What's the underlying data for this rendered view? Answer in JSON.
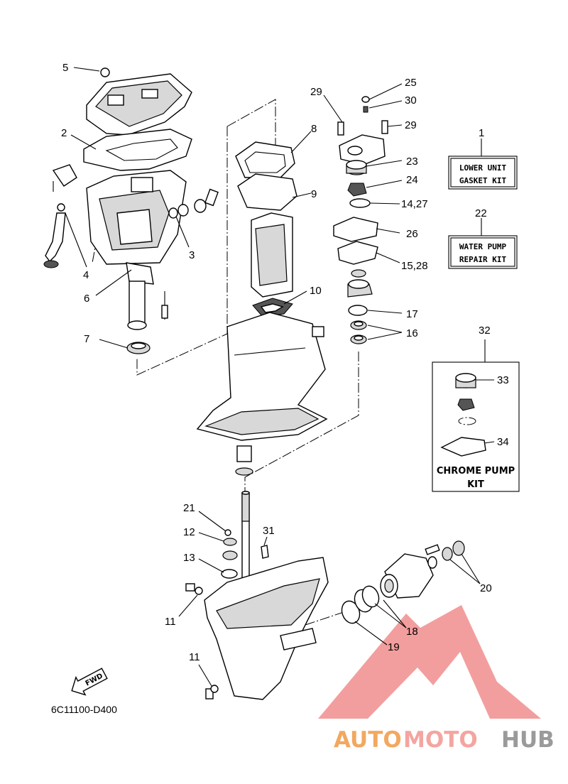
{
  "callouts": {
    "c1": "1",
    "c2": "2",
    "c3": "3",
    "c4": "4",
    "c5": "5",
    "c6": "6",
    "c7": "7",
    "c8": "8",
    "c9": "9",
    "c10": "10",
    "c11a": "11",
    "c11b": "11",
    "c12": "12",
    "c13": "13",
    "c14": "14,27",
    "c15": "15,28",
    "c16": "16",
    "c17": "17",
    "c18": "18",
    "c19": "19",
    "c20": "20",
    "c21": "21",
    "c22": "22",
    "c23": "23",
    "c24": "24",
    "c25": "25",
    "c26": "26",
    "c29a": "29",
    "c29b": "29",
    "c30": "30",
    "c31": "31",
    "c32": "32",
    "c33": "33",
    "c34": "34"
  },
  "kits": {
    "lower_unit_line1": "LOWER UNIT",
    "lower_unit_line2": "GASKET KIT",
    "water_pump_line1": "WATER PUMP",
    "water_pump_line2": "REPAIR KIT",
    "chrome_pump_line1": "CHROME PUMP",
    "chrome_pump_line2": "KIT"
  },
  "fwd_label": "FWD",
  "diagram_code": "6C11100-D400",
  "watermark": {
    "auto": "AUTO",
    "moto": "MOTO",
    "hub": "HUB",
    "color_auto": "#f2a860",
    "color_moto": "#f4a5a0",
    "color_hub": "#9a9a9a",
    "color_logo": "#f08080"
  }
}
